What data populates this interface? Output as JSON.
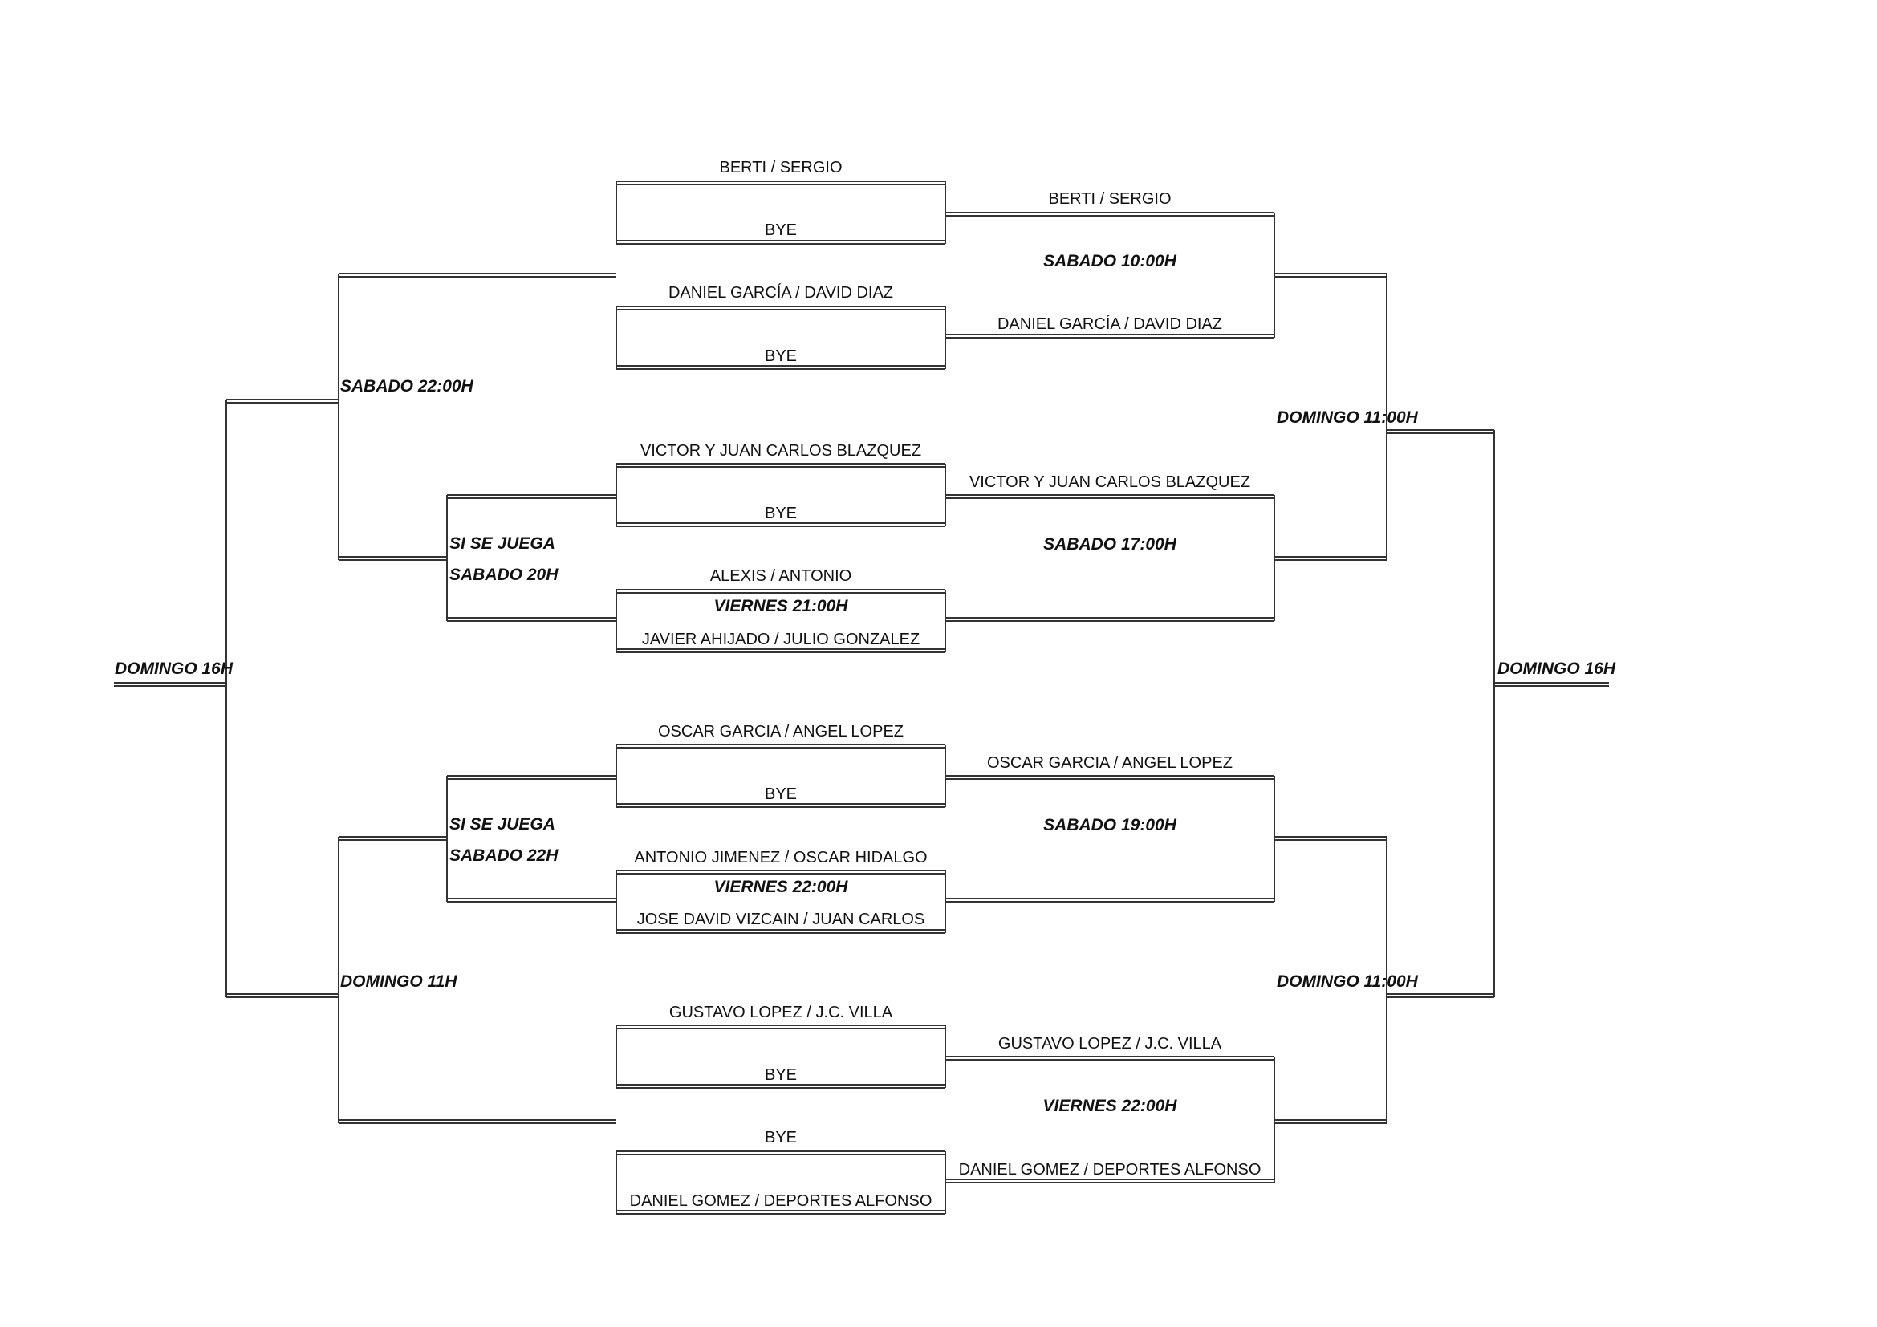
{
  "rounds": {
    "r1": [
      {
        "top": "BERTI / SERGIO",
        "bottom": "BYE"
      },
      {
        "top": "DANIEL GARCÍA / DAVID DIAZ",
        "bottom": "BYE"
      },
      {
        "top": "VICTOR Y JUAN CARLOS BLAZQUEZ",
        "bottom": "BYE"
      },
      {
        "top": "ALEXIS / ANTONIO",
        "time": "VIERNES 21:00H",
        "bottom": "JAVIER AHIJADO / JULIO GONZALEZ"
      },
      {
        "top": "OSCAR GARCIA / ANGEL LOPEZ",
        "bottom": "BYE"
      },
      {
        "top": "ANTONIO JIMENEZ / OSCAR HIDALGO",
        "time": "VIERNES 22:00H",
        "bottom": "JOSE DAVID VIZCAIN / JUAN CARLOS"
      },
      {
        "top": "GUSTAVO LOPEZ / J.C. VILLA",
        "bottom": "BYE"
      },
      {
        "top": "BYE",
        "bottom": "DANIEL GOMEZ / DEPORTES ALFONSO"
      }
    ],
    "r2": [
      {
        "top": "BERTI / SERGIO",
        "time": "SABADO 10:00H",
        "bottom": "DANIEL GARCÍA / DAVID DIAZ"
      },
      {
        "top": "VICTOR Y JUAN CARLOS BLAZQUEZ",
        "time": "SABADO 17:00H"
      },
      {
        "top": "OSCAR GARCIA / ANGEL LOPEZ",
        "time": "SABADO 19:00H"
      },
      {
        "top": "GUSTAVO LOPEZ / J.C. VILLA",
        "time": "VIERNES 22:00H",
        "bottom": "DANIEL GOMEZ / DEPORTES ALFONSO"
      }
    ],
    "r3_right": [
      "DOMINGO 11:00H",
      "DOMINGO 11:00H"
    ],
    "r4_right": "DOMINGO 16H",
    "left_side": {
      "repechage_top": {
        "line1": "SI SE JUEGA",
        "line2": "SABADO 20H"
      },
      "repechage_bottom": {
        "line1": "SI SE JUEGA",
        "line2": "SABADO 22H"
      },
      "semi_top": "SABADO 22:00H",
      "semi_bottom": "DOMINGO 11H",
      "final": "DOMINGO 16H"
    }
  }
}
